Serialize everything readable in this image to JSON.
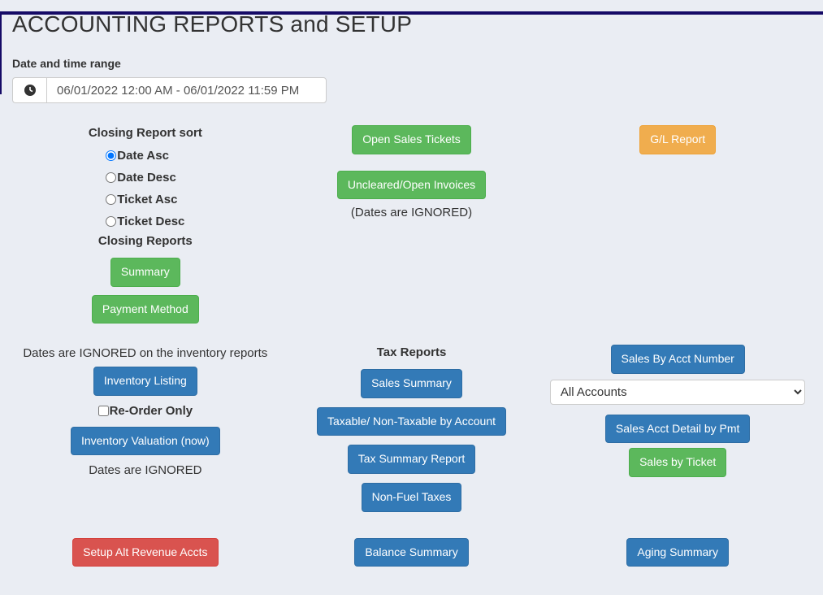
{
  "page": {
    "title": "ACCOUNTING REPORTS and SETUP"
  },
  "datetime": {
    "label": "Date and time range",
    "value": "06/01/2022 12:00 AM - 06/01/2022 11:59 PM",
    "icon": "clock-icon"
  },
  "closing": {
    "sort_title": "Closing Report sort",
    "radios": [
      {
        "label": "Date Asc",
        "checked_attr": "checked"
      },
      {
        "label": "Date Desc"
      },
      {
        "label": "Ticket Asc"
      },
      {
        "label": "Ticket Desc"
      }
    ],
    "reports_title": "Closing Reports",
    "summary_btn": "Summary",
    "payment_btn": "Payment Method"
  },
  "middle_top": {
    "open_sales_btn": "Open Sales Tickets",
    "uncleared_btn": "Uncleared/Open Invoices",
    "dates_note": "(Dates are IGNORED)"
  },
  "right_top": {
    "gl_btn": "G/L Report"
  },
  "inventory": {
    "note": "Dates are IGNORED on the inventory reports",
    "listing_btn": "Inventory Listing",
    "reorder_label": "Re-Order Only",
    "valuation_btn": "Inventory Valuation (now)",
    "note2": "Dates are IGNORED"
  },
  "tax": {
    "title": "Tax Reports",
    "buttons": [
      "Sales Summary",
      "Taxable/ Non-Taxable by Account",
      "Tax Summary Report",
      "Non-Fuel Taxes"
    ]
  },
  "sales": {
    "by_acct_btn": "Sales By Acct Number",
    "account_selected": "All Accounts",
    "acct_detail_btn": "Sales Acct Detail by Pmt",
    "by_ticket_btn": "Sales by Ticket"
  },
  "bottom": {
    "setup_btn": "Setup Alt Revenue Accts",
    "balance_btn": "Balance Summary",
    "aging_btn": "Aging Summary"
  },
  "colors": {
    "success_green": "#5cb85c",
    "primary_blue": "#337ab7",
    "warning_orange": "#f0ad4e",
    "danger_red": "#d9534f",
    "top_bar_navy": "#150a66",
    "page_background": "#eaedf3"
  }
}
